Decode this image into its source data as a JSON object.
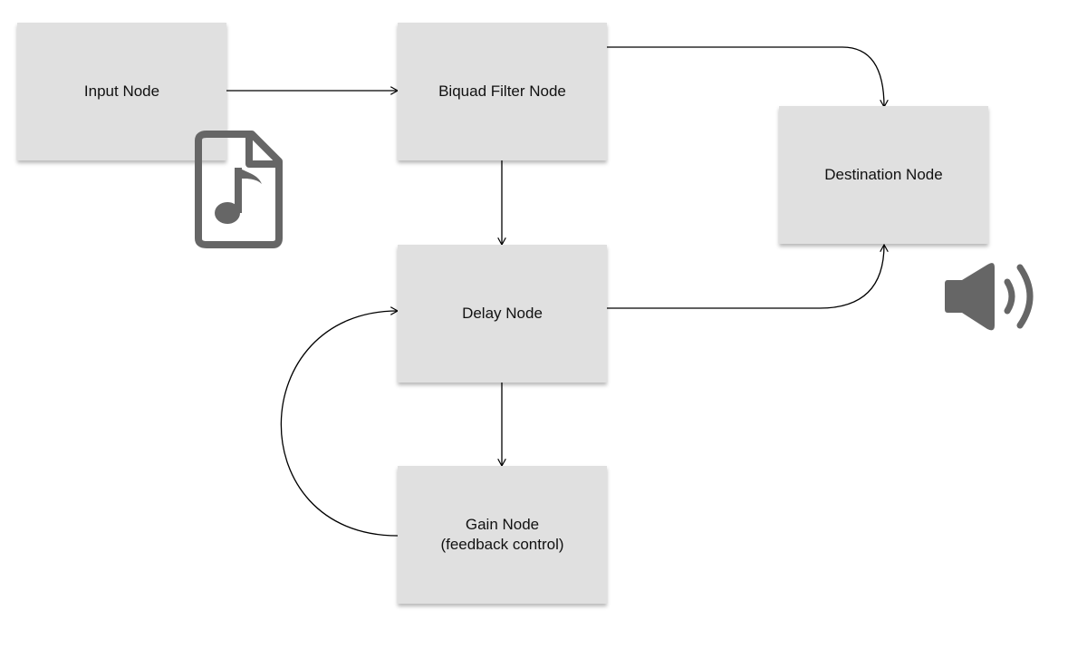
{
  "diagram": {
    "nodes": {
      "input": {
        "label": "Input Node"
      },
      "biquad": {
        "label": "Biquad Filter Node"
      },
      "destination": {
        "label": "Destination Node"
      },
      "delay": {
        "label": "Delay Node"
      },
      "gain": {
        "line1": "Gain Node",
        "line2": "(feedback control)"
      }
    },
    "edges": [
      {
        "from": "input",
        "to": "biquad"
      },
      {
        "from": "biquad",
        "to": "destination"
      },
      {
        "from": "biquad",
        "to": "delay"
      },
      {
        "from": "delay",
        "to": "destination"
      },
      {
        "from": "delay",
        "to": "gain"
      },
      {
        "from": "gain",
        "to": "delay"
      }
    ],
    "icons": {
      "file": "audio-file-icon",
      "speaker": "speaker-icon"
    },
    "colors": {
      "node_fill": "#e0e0e0",
      "icon": "#666666",
      "edge": "#000000"
    }
  }
}
